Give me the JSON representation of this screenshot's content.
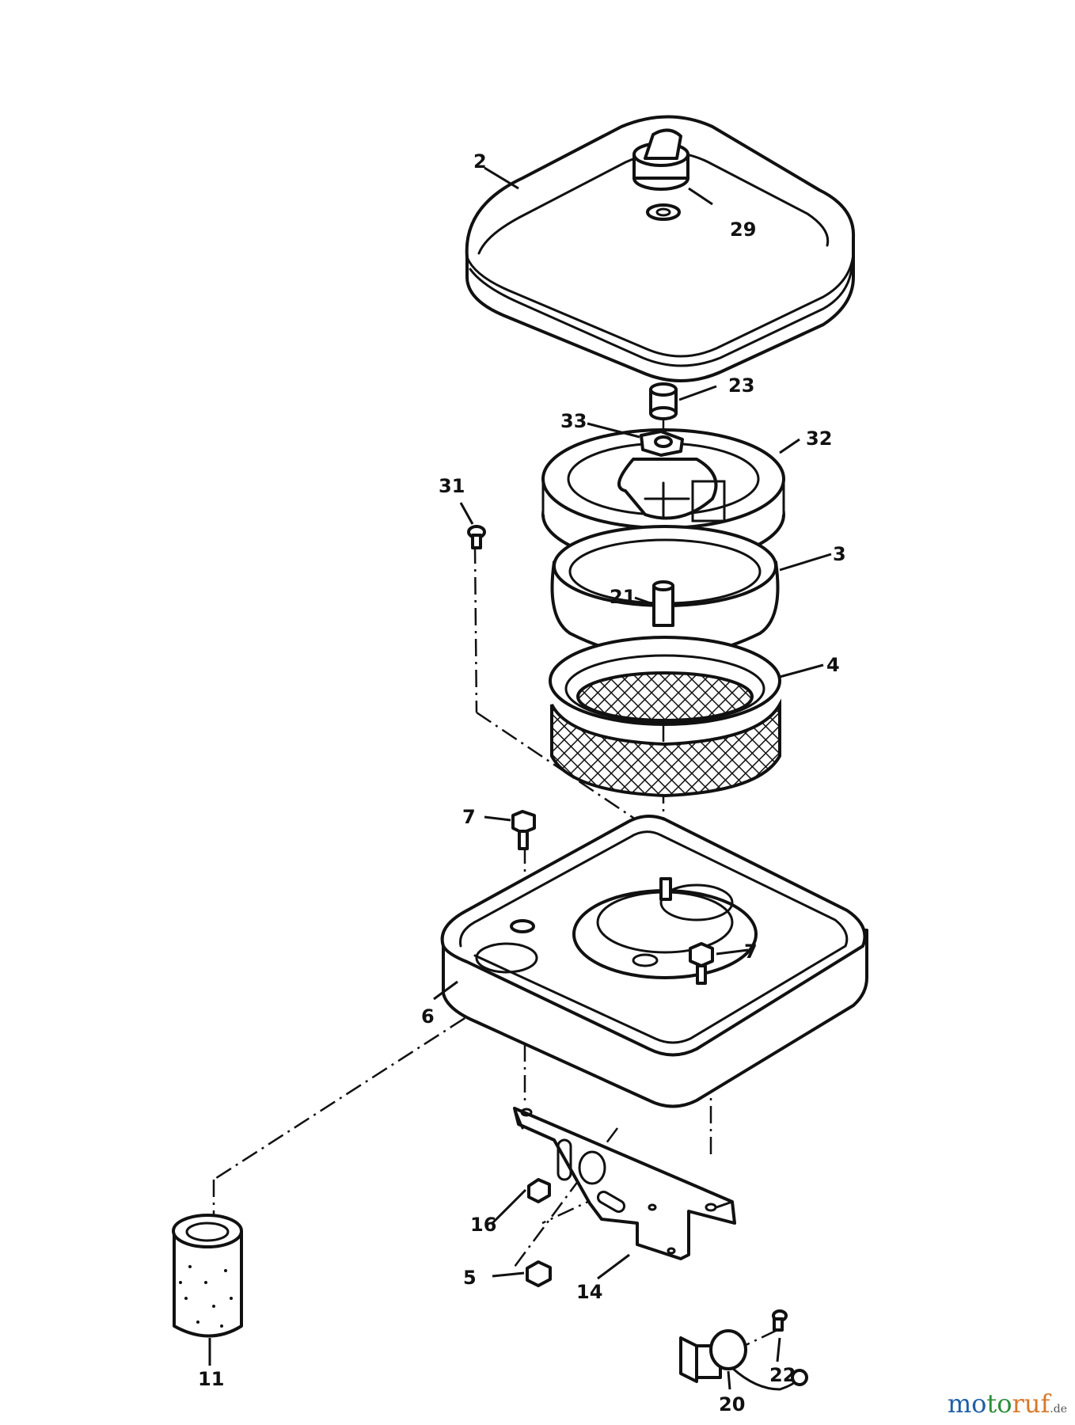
{
  "callouts": {
    "c2": "2",
    "c29": "29",
    "c23": "23",
    "c33": "33",
    "c32": "32",
    "c31": "31",
    "c3": "3",
    "c21": "21",
    "c4": "4",
    "c7a": "7",
    "c7b": "7",
    "c6": "6",
    "c16": "16",
    "c5": "5",
    "c14": "14",
    "c11": "11",
    "c22": "22",
    "c20": "20"
  },
  "watermark": {
    "part1": "mo",
    "part2": "to",
    "part3": "ruf",
    "tld": ".de"
  },
  "colors": {
    "line": "#111111",
    "background": "#ffffff",
    "wm_blue": "#1f5fa6",
    "wm_green": "#2d8f3a",
    "wm_orange": "#d8792a"
  }
}
